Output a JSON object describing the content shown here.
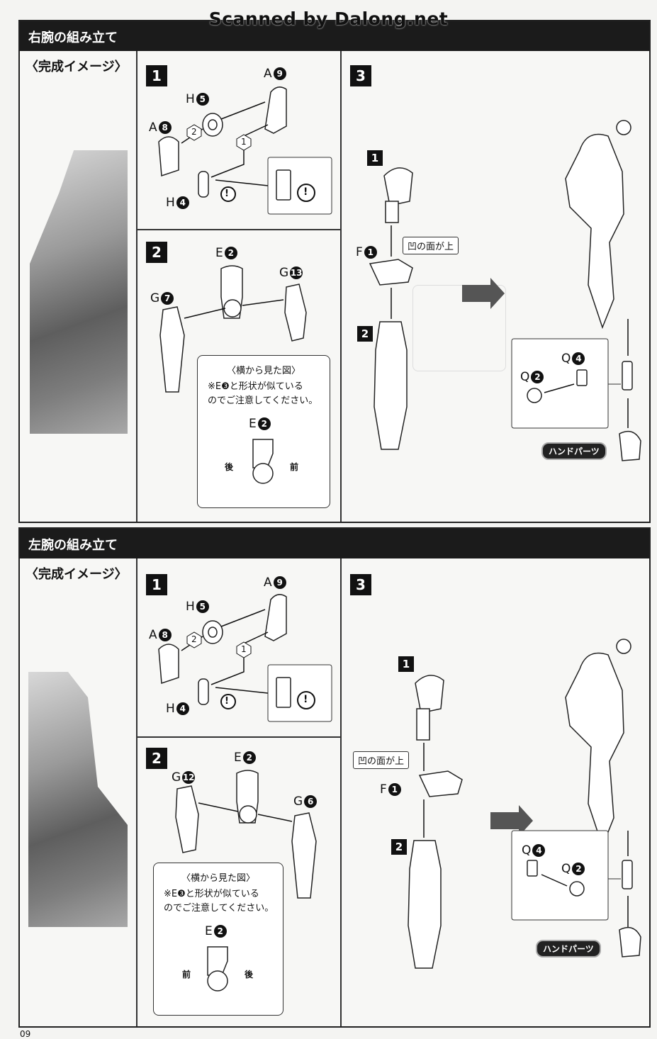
{
  "watermark": "Scanned by Dalong.net",
  "page_number": "09",
  "sections": [
    {
      "title": "右腕の組み立て",
      "image_label": "〈完成イメージ〉",
      "step1": {
        "num": "1",
        "parts": {
          "a9": {
            "letter": "A",
            "num": "9"
          },
          "h5": {
            "letter": "H",
            "num": "5"
          },
          "a8": {
            "letter": "A",
            "num": "8"
          },
          "h4": {
            "letter": "H",
            "num": "4"
          }
        },
        "order": [
          "1",
          "2"
        ]
      },
      "step2": {
        "num": "2",
        "parts": {
          "e2": {
            "letter": "E",
            "num": "2"
          },
          "g13": {
            "letter": "G",
            "num": "13"
          },
          "g7": {
            "letter": "G",
            "num": "7"
          }
        },
        "note": {
          "title": "〈横から見た図〉",
          "line1": "※E❸と形状が似ている",
          "line2": "のでご注意してください。",
          "part": {
            "letter": "E",
            "num": "2"
          },
          "back": "後",
          "front": "前"
        }
      },
      "step3": {
        "num": "3",
        "sub1": "1",
        "sub2": "2",
        "f1": {
          "letter": "F",
          "num": "1"
        },
        "tag": "凹の面が上",
        "q2": {
          "letter": "Q",
          "num": "2"
        },
        "q4": {
          "letter": "Q",
          "num": "4"
        },
        "hand_parts": "ハンドパーツ"
      }
    },
    {
      "title": "左腕の組み立て",
      "image_label": "〈完成イメージ〉",
      "step1": {
        "num": "1",
        "parts": {
          "a9": {
            "letter": "A",
            "num": "9"
          },
          "h5": {
            "letter": "H",
            "num": "5"
          },
          "a8": {
            "letter": "A",
            "num": "8"
          },
          "h4": {
            "letter": "H",
            "num": "4"
          }
        },
        "order": [
          "1",
          "2"
        ]
      },
      "step2": {
        "num": "2",
        "parts": {
          "e2": {
            "letter": "E",
            "num": "2"
          },
          "g12": {
            "letter": "G",
            "num": "12"
          },
          "g6": {
            "letter": "G",
            "num": "6"
          }
        },
        "note": {
          "title": "〈横から見た図〉",
          "line1": "※E❸と形状が似ている",
          "line2": "のでご注意してください。",
          "part": {
            "letter": "E",
            "num": "2"
          },
          "front": "前",
          "back": "後"
        }
      },
      "step3": {
        "num": "3",
        "sub1": "1",
        "sub2": "2",
        "f1": {
          "letter": "F",
          "num": "1"
        },
        "tag": "凹の面が上",
        "q4": {
          "letter": "Q",
          "num": "4"
        },
        "q2": {
          "letter": "Q",
          "num": "2"
        },
        "hand_parts": "ハンドパーツ"
      }
    }
  ]
}
